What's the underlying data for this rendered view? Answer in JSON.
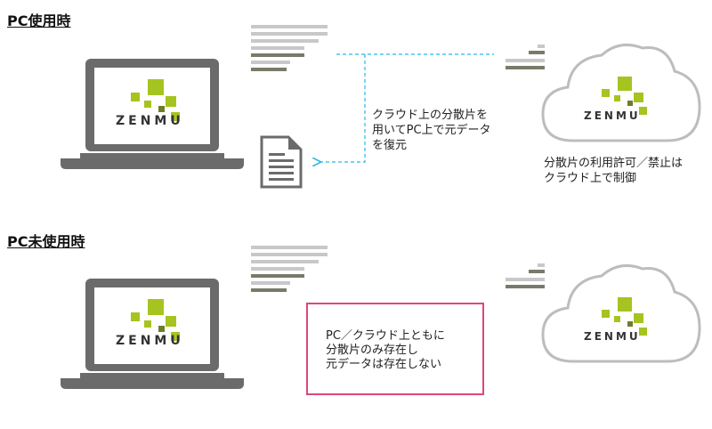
{
  "sections": [
    {
      "title": "PC使用時"
    },
    {
      "title": "PC未使用時"
    }
  ],
  "logo": {
    "text": "ZENMU"
  },
  "captions": {
    "restore": [
      "クラウド上の分散片を",
      "用いてPC上で元データ",
      "を復元"
    ],
    "cloud_control": [
      "分散片の利用許可／禁止は",
      "クラウド上で制御"
    ]
  },
  "callout": {
    "lines": [
      "PC／クラウド上ともに",
      "分散片のみ存在し",
      "元データは存在しない"
    ]
  },
  "colors": {
    "laptop": "#6b6b6b",
    "screen": "#ffffff",
    "accent_green": "#a6c41f",
    "accent_olive": "#6f7d2a",
    "fragment_light": "#c8c8c8",
    "fragment_dark": "#7a7a6a",
    "connector": "#29b6e6",
    "callout_border": "#e0457b",
    "cloud_stroke": "#bdbdbd"
  },
  "icons": {
    "document": "document-icon",
    "cloud": "cloud-icon",
    "laptop": "laptop-icon"
  }
}
